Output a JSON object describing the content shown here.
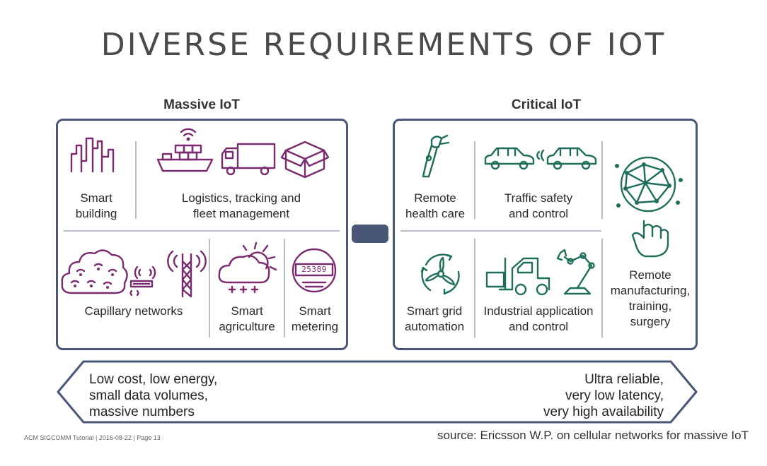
{
  "title": "DIVERSE REQUIREMENTS OF IOT",
  "massive": {
    "heading": "Massive IoT",
    "smart_building": "Smart\nbuilding",
    "logistics": "Logistics, tracking and\nfleet management",
    "capillary": "Capillary networks",
    "agriculture": "Smart\nagriculture",
    "metering": "Smart\nmetering",
    "meter_digits": "25389"
  },
  "critical": {
    "heading": "Critical IoT",
    "health": "Remote\nhealth care",
    "traffic": "Traffic safety\nand control",
    "grid": "Smart grid\nautomation",
    "industrial": "Industrial application\nand control",
    "manufacturing": "Remote\nmanufacturing,\ntraining,\nsurgery"
  },
  "spectrum": {
    "left": "Low cost, low energy,\nsmall data volumes,\nmassive numbers",
    "right": "Ultra reliable,\nvery low latency,\nvery high availability"
  },
  "footer": {
    "left": "ACM SIGCOMM Tutorial | 2016-08-22 | Page 13",
    "right": "source: Ericsson W.P. on cellular networks for massive IoT"
  },
  "colors": {
    "panel_border": "#4a5675",
    "massive_icon": "#7a2a6e",
    "critical_icon": "#1e6e5a"
  }
}
